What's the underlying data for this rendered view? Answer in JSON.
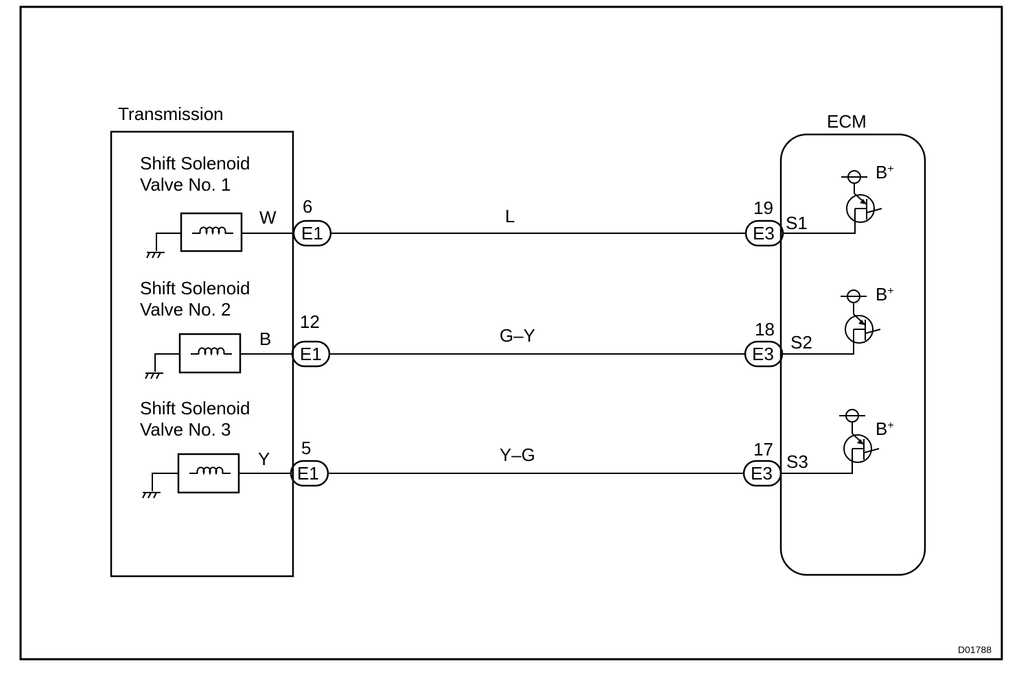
{
  "diagram": {
    "transmission_label": "Transmission",
    "ecm_label": "ECM",
    "figure_id": "D01788",
    "circuits": [
      {
        "valve_line1": "Shift  Solenoid",
        "valve_line2": "Valve No. 1",
        "side_wire_color": "W",
        "trans_pin": "6",
        "trans_connector": "E1",
        "wire_color": "L",
        "ecm_pin": "19",
        "ecm_connector": "E3",
        "ecm_terminal": "S1",
        "supply": "B",
        "supply_sup": "+"
      },
      {
        "valve_line1": "Shift  Solenoid",
        "valve_line2": "Valve No. 2",
        "side_wire_color": "B",
        "trans_pin": "12",
        "trans_connector": "E1",
        "wire_color": "G–Y",
        "ecm_pin": "18",
        "ecm_connector": "E3",
        "ecm_terminal": "S2",
        "supply": "B",
        "supply_sup": "+"
      },
      {
        "valve_line1": "Shift  Solenoid",
        "valve_line2": "Valve No. 3",
        "side_wire_color": "Y",
        "trans_pin": "5",
        "trans_connector": "E1",
        "wire_color": "Y–G",
        "ecm_pin": "17",
        "ecm_connector": "E3",
        "ecm_terminal": "S3",
        "supply": "B",
        "supply_sup": "+"
      }
    ]
  }
}
